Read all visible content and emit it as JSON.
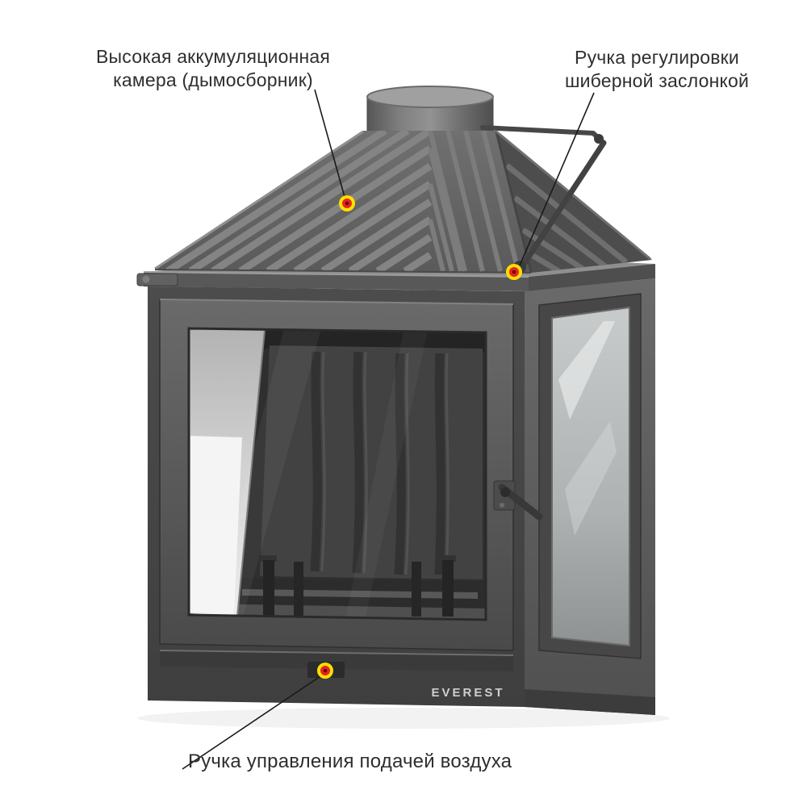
{
  "annotations": {
    "smoke_chamber": {
      "label": "Высокая аккумуляционная\nкамера (дымосборник)"
    },
    "damper": {
      "label": "Ручка регулировки\nшиберной заслонкой"
    },
    "air_control": {
      "label": "Ручка управления подачей воздуха"
    }
  },
  "fireplace": {
    "logo": "EVEREST"
  },
  "colors": {
    "marker_ring": "#ffdf00",
    "marker_dot": "#e8231f",
    "label_text": "#2e2e2e",
    "annotation_line": "#1a1a1a",
    "metal_gray": "#5a5a5a"
  }
}
